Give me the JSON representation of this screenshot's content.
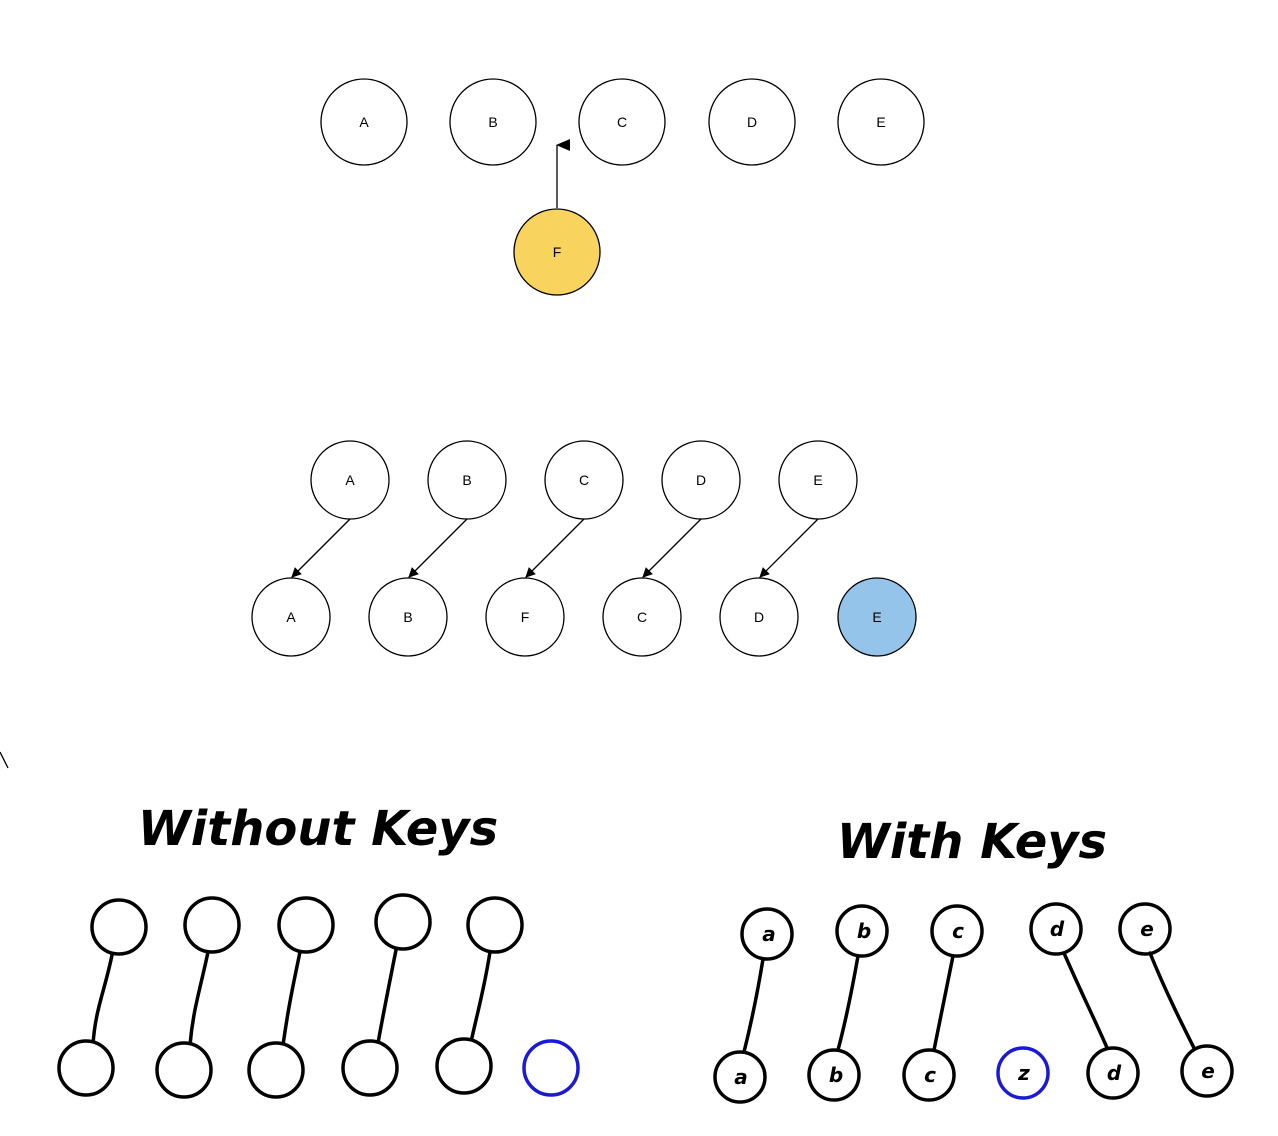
{
  "colors": {
    "highlight_yellow": "#f8d45e",
    "highlight_blue": "#94c4ea",
    "hand_blue": "#1a1ad6"
  },
  "diagram_top": {
    "nodes": [
      "A",
      "B",
      "C",
      "D",
      "E"
    ],
    "inserted": "F"
  },
  "diagram_middle": {
    "old_nodes": [
      "A",
      "B",
      "C",
      "D",
      "E"
    ],
    "new_nodes": [
      "A",
      "B",
      "F",
      "C",
      "D",
      "E"
    ]
  },
  "without_keys": {
    "title": "Without Keys"
  },
  "with_keys": {
    "title": "With Keys",
    "old_nodes": [
      "a",
      "b",
      "c",
      "d",
      "e"
    ],
    "new_nodes": [
      "a",
      "b",
      "c",
      "z",
      "d",
      "e"
    ]
  }
}
